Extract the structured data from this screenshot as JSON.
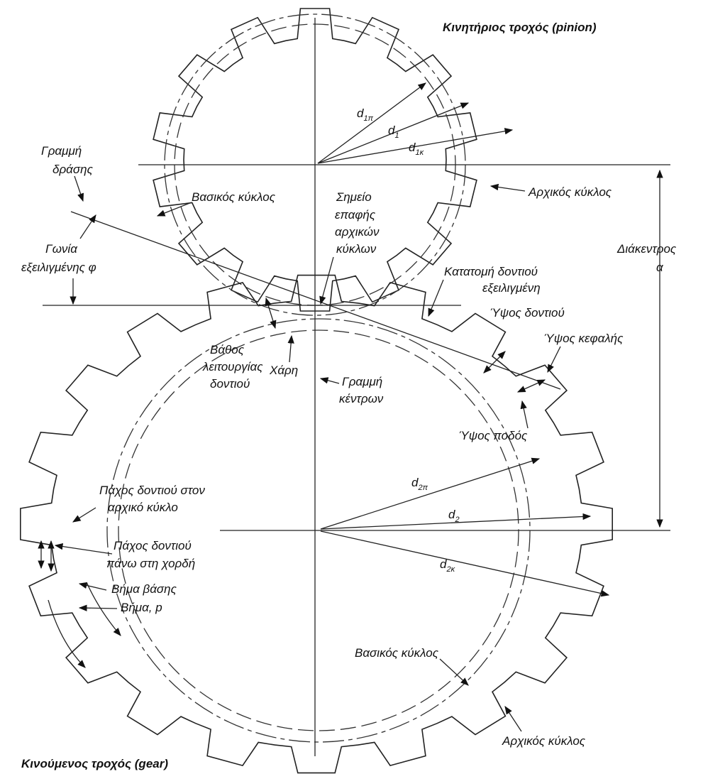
{
  "titles": {
    "pinion": "Κινητήριος τροχός (pinion)",
    "gear": "Κινούμενος τροχός (gear)"
  },
  "labels": {
    "line_of_action_1": "Γραμμή",
    "line_of_action_2": "δράσης",
    "base_circle_top": "Βασικός κύκλος",
    "contact_1": "Σημείο",
    "contact_2": "επαφής",
    "contact_3": "αρχικών",
    "contact_4": "κύκλων",
    "pitch_circle_top": "Αρχικός κύκλος",
    "pressure_angle_1": "Γωνία",
    "pressure_angle_2": "εξειλιγμένης φ",
    "center_distance_1": "Διάκεντρος",
    "center_distance_2": "α",
    "involute_1": "Κατατομή δοντιού",
    "involute_2": "εξειλιγμένη",
    "tooth_height": "Ύψος δοντιού",
    "addendum": "Ύψος κεφαλής",
    "working_depth_1": "Βάθος",
    "working_depth_2": "λειτουργίας",
    "working_depth_3": "δοντιού",
    "clearance": "Χάρη",
    "center_line_1": "Γραμμή",
    "center_line_2": "κέντρων",
    "dedendum": "Ύψος ποδός",
    "circ_thickness_1": "Πάχος δοντιού στον",
    "circ_thickness_2": "αρχικό κύκλο",
    "chordal_thickness_1": "Πάχος δοντιού",
    "chordal_thickness_2": "πάνω στη χορδή",
    "base_pitch": "Βήμα βάσης",
    "pitch": "Βήμα, p",
    "base_circle_bottom": "Βασικός κύκλος",
    "pitch_circle_bottom": "Αρχικός κύκλος"
  },
  "diameters": {
    "d1p_main": "d",
    "d1p_sub": "1π",
    "d1_main": "d",
    "d1_sub": "1",
    "d1k_main": "d",
    "d1k_sub": "1κ",
    "d2p_main": "d",
    "d2p_sub": "2π",
    "d2_main": "d",
    "d2_sub": "2",
    "d2k_main": "d",
    "d2k_sub": "2κ"
  }
}
